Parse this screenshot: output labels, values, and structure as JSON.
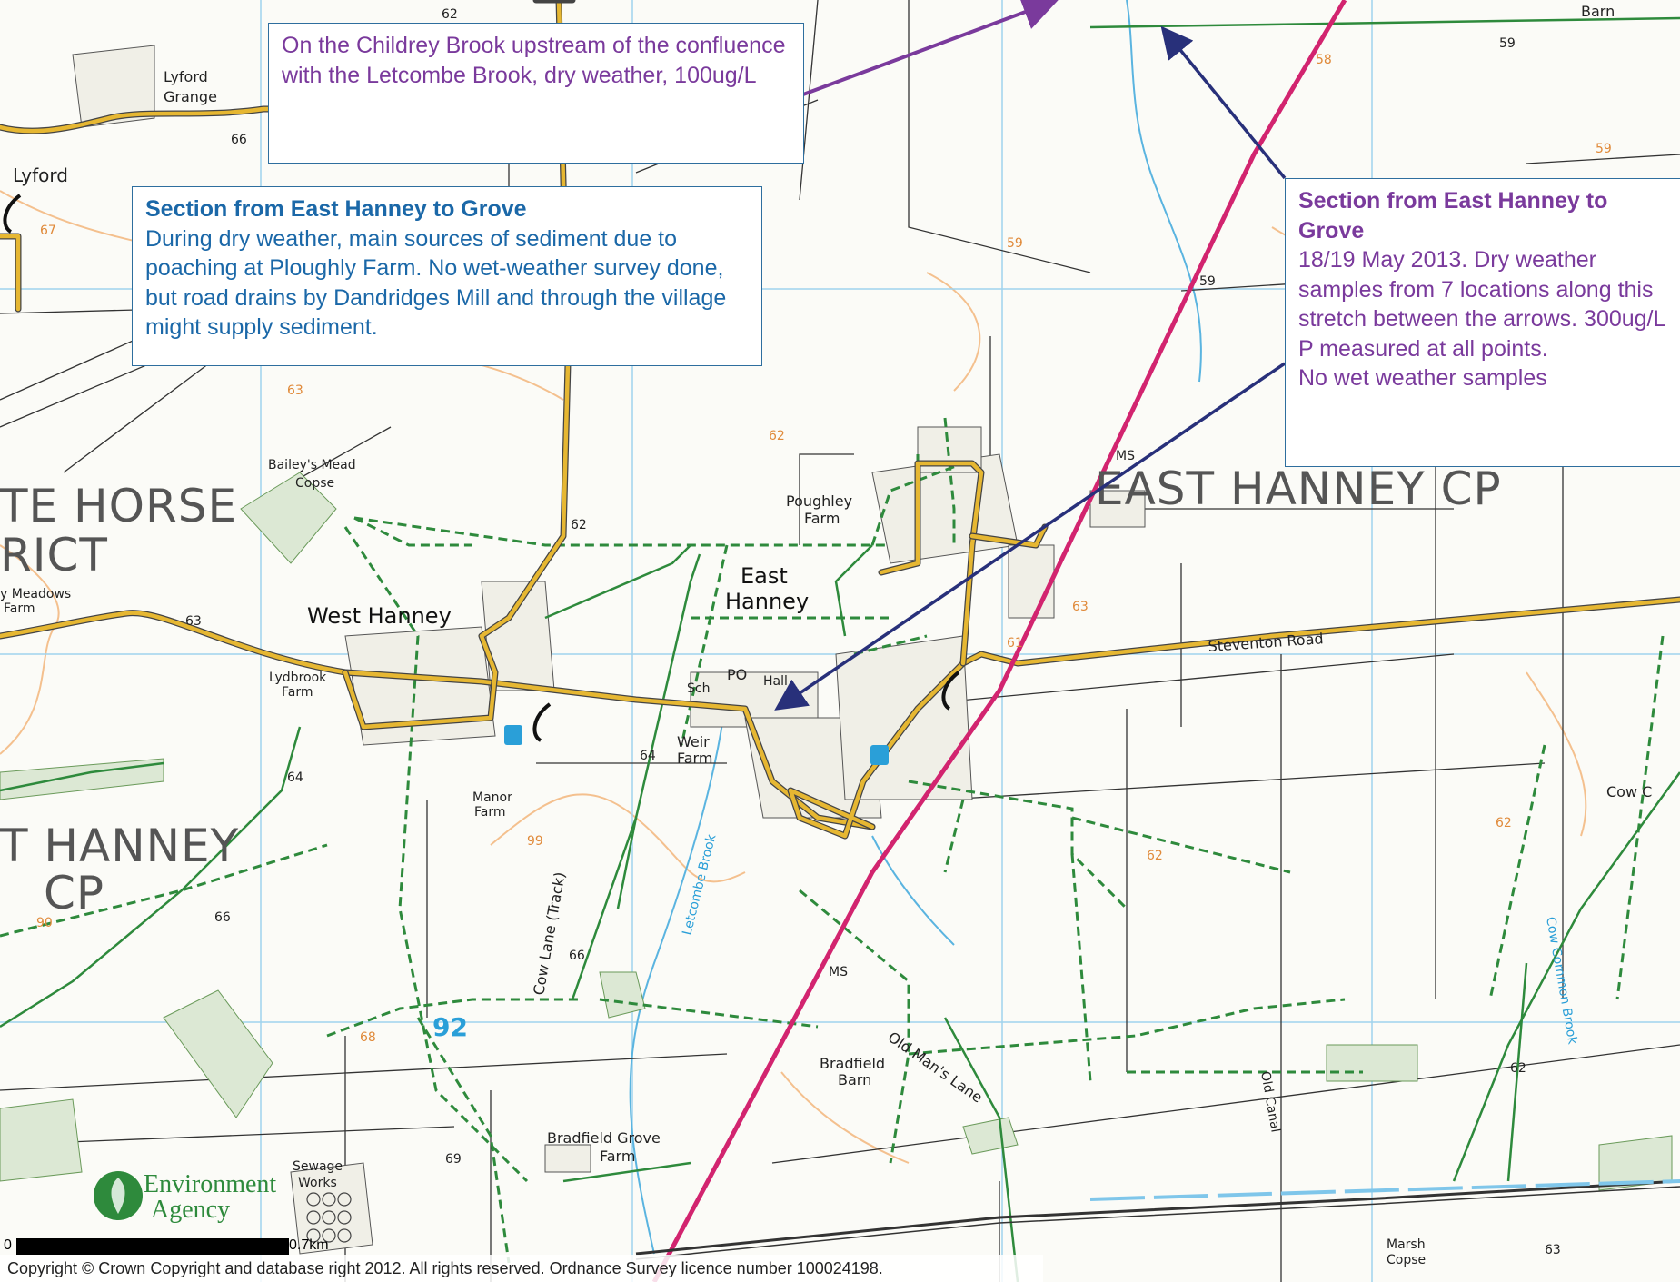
{
  "callouts": {
    "childrey": {
      "text": "On the Childrey Brook upstream of the confluence with the Letcombe Brook, dry weather, 100ug/L"
    },
    "west_section": {
      "heading": "Section from East Hanney to Grove",
      "body": "During dry weather, main sources of sediment due to poaching at Ploughly Farm.  No wet-weather survey done, but road drains by Dandridges Mill and through the village might supply sediment."
    },
    "east_section": {
      "heading": "Section from East Hanney to Grove",
      "line1": "18/19 May 2013. Dry weather samples from 7 locations along this stretch between the arrows. 300ug/L P measured at all points.",
      "line2": "No wet weather samples"
    }
  },
  "places": {
    "lyford_grange_1": "Lyford",
    "lyford_grange_2": "Grange",
    "lyford": "Lyford",
    "baileys_mead_1": "Bailey's Mead",
    "baileys_mead_2": "Copse",
    "ploughley_1": "Poughley",
    "ploughley_2": "Farm",
    "east_hanney_1": "East",
    "east_hanney_2": "Hanney",
    "west_hanney": "West Hanney",
    "lydbrook_1": "Lydbrook",
    "lydbrook_2": "Farm",
    "weir_1": "Weir",
    "weir_2": "Farm",
    "manor_1": "Manor",
    "manor_2": "Farm",
    "meadows_1": "y Meadows",
    "meadows_2": "Farm",
    "sch": "Sch",
    "po": "PO",
    "hall": "Hall",
    "bradfield_barn_1": "Bradfield",
    "bradfield_barn_2": "Barn",
    "bradfield_grove_1": "Bradfield Grove",
    "bradfield_grove_2": "Farm",
    "sewage_1": "Sewage",
    "sewage_2": "Works",
    "marsh_1": "Marsh",
    "marsh_2": "Copse",
    "barn": "Barn",
    "cow_c": "Cow C",
    "ms1": "MS",
    "ms2": "MS"
  },
  "parishes": {
    "horse": "TE HORSE",
    "rict": "RICT",
    "t_hanney": "T HANNEY",
    "cp": "CP",
    "east_hanney_cp": "EAST HANNEY CP"
  },
  "roads": {
    "steventon": "Steventon Road",
    "cow_lane": "Cow Lane (Track)",
    "letcombe": "Letcombe Brook",
    "old_mans": "Old Man's Lane",
    "old_canal": "Old Canal",
    "cow_common": "Cow Common Brook"
  },
  "heights": {
    "h62a": "62",
    "h66a": "66",
    "h67": "67",
    "h63a": "63",
    "h63b": "63",
    "h62b": "62",
    "h62c": "62",
    "h64a": "64",
    "h64b": "64",
    "h66b": "66",
    "h66c": "66",
    "h59a": "59",
    "h59b": "59",
    "h59c": "59",
    "h59d": "59",
    "h58": "58",
    "h62d": "62",
    "h62e": "62",
    "h63c": "63",
    "h61": "61",
    "h99": "99",
    "h69": "69",
    "h68": "68",
    "h62f": "62",
    "h63d": "63",
    "h90": "90"
  },
  "grid": {
    "n92": "92"
  },
  "scale": {
    "zero": "0",
    "end": "0.7km"
  },
  "logo": {
    "line1": "Environment",
    "line2": "Agency"
  },
  "copyright": "Copyright © Crown Copyright and database right 2012. All rights reserved. Ordnance Survey licence number 100024198.",
  "colors": {
    "road_yellow": "#e6b732",
    "railway_magenta": "#d2246f",
    "footpath_green": "#2e8a3c",
    "grid_blue": "#9fd3ee",
    "contour_orange": "#f0b27a",
    "arrow_purple": "#7a3a9c",
    "arrow_navy": "#28307a"
  }
}
